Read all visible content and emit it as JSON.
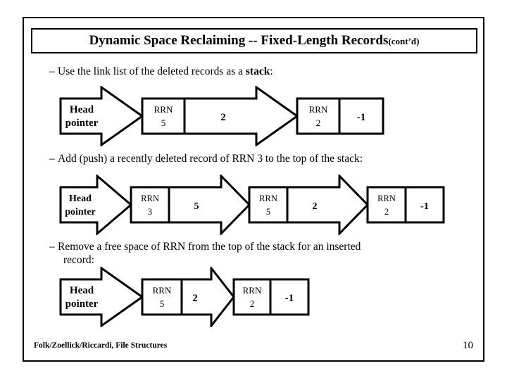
{
  "slide": {
    "title_main": "Dynamic Space Reclaiming -- Fixed-Length Records",
    "title_suffix": "(cont’d)",
    "footer_credit": "Folk/Zoellick/Riccardi, File Structures",
    "page_number": "10",
    "border_color": "#000000",
    "background_color": "#ffffff"
  },
  "bullets": [
    {
      "id": "bullet-1",
      "dash": "–",
      "text_before_bold": "Use the link list of the deleted records as a ",
      "bold_word": "stack",
      "text_after_bold": ":"
    },
    {
      "id": "bullet-2",
      "dash": "–",
      "text": "Add (push) a recently deleted record of RRN 3 to the top of the stack:"
    },
    {
      "id": "bullet-3",
      "dash": "–",
      "line1": "Remove a free space of RRN from the top of the stack for an inserted",
      "line2": "record:"
    }
  ],
  "diagrams": [
    {
      "id": "diagram-1",
      "head_label_line1": "Head",
      "head_label_line2": "pointer",
      "nodes": [
        {
          "rrn_label": "RRN",
          "rrn_value": "5",
          "pointer_value": "2",
          "pointer_is_arrow": true
        },
        {
          "rrn_label": "RRN",
          "rrn_value": "2",
          "pointer_value": "-1",
          "pointer_is_arrow": false
        }
      ]
    },
    {
      "id": "diagram-2",
      "head_label_line1": "Head",
      "head_label_line2": "pointer",
      "nodes": [
        {
          "rrn_label": "RRN",
          "rrn_value": "3",
          "pointer_value": "5",
          "pointer_is_arrow": true
        },
        {
          "rrn_label": "RRN",
          "rrn_value": "5",
          "pointer_value": "2",
          "pointer_is_arrow": true
        },
        {
          "rrn_label": "RRN",
          "rrn_value": "2",
          "pointer_value": "-1",
          "pointer_is_arrow": false
        }
      ]
    },
    {
      "id": "diagram-3",
      "head_label_line1": "Head",
      "head_label_line2": "pointer",
      "nodes": [
        {
          "rrn_label": "RRN",
          "rrn_value": "5",
          "pointer_value": "2",
          "pointer_is_arrow": true
        },
        {
          "rrn_label": "RRN",
          "rrn_value": "2",
          "pointer_value": "-1",
          "pointer_is_arrow": false
        }
      ]
    }
  ]
}
